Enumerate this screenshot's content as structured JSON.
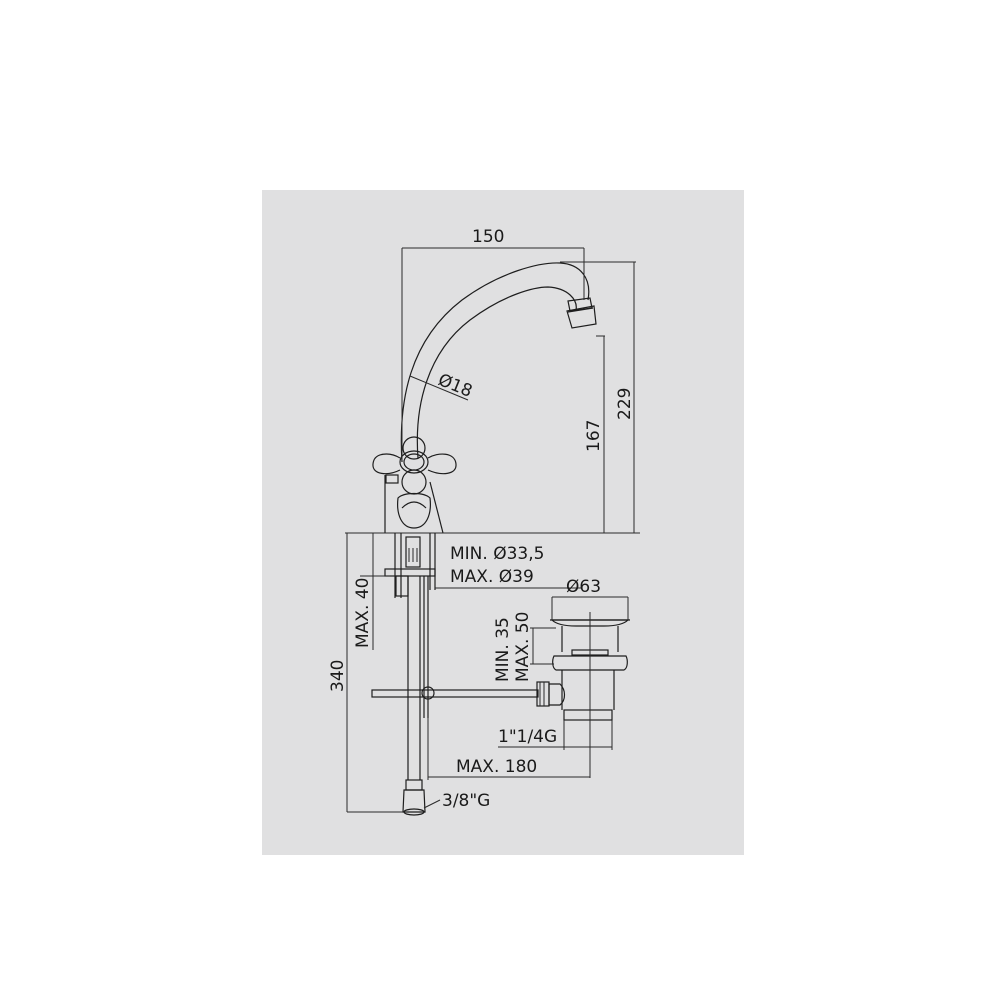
{
  "drawing": {
    "title": "Single-hole basin mixer with cross handles and pop-up waste - technical dimensions",
    "background_color": "#e0e0e1",
    "line_color": "#1e1e1e",
    "dimensions": {
      "spout_reach": "150",
      "total_height": "229",
      "spout_outlet_height": "167",
      "spout_diameter": "Ø18",
      "hole_min": "MIN. Ø33,5",
      "hole_max": "MAX. Ø39",
      "deck_thickness": "MAX. 40",
      "hose_length": "340",
      "waste_diameter": "Ø63",
      "waste_min": "MIN. 35",
      "waste_max": "MAX. 50",
      "waste_thread": "1\"1/4G",
      "rod_reach": "MAX. 180",
      "supply_thread": "3/8\"G"
    }
  }
}
